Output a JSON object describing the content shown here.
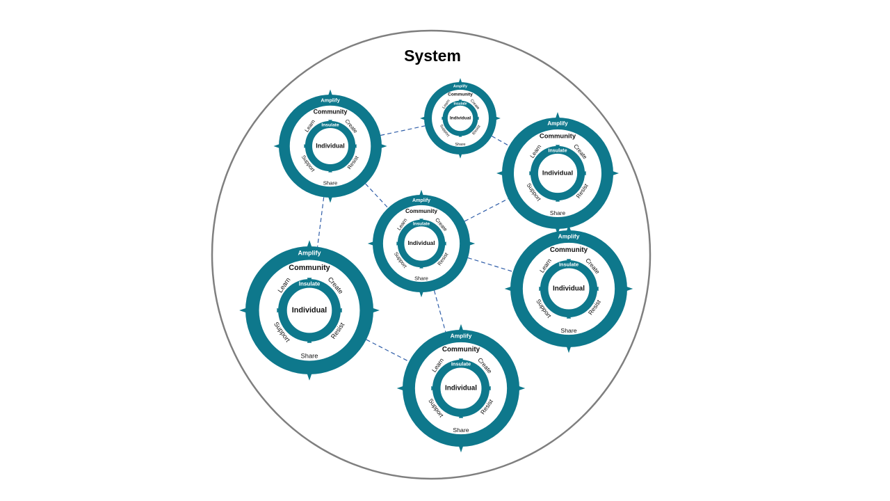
{
  "title": "System",
  "colors": {
    "ring": "#0e788c",
    "outline": "#7f7f7f",
    "link": "#2f5da8"
  },
  "node_labels": {
    "outer_ring": "Amplify",
    "outer_center": "Community",
    "inner_ring": "Insulate",
    "inner_center": "Individual",
    "left_top": "Learn",
    "right_top": "Create",
    "left_bottom": "Support",
    "right_bottom": "Resist",
    "bottom": "Share"
  },
  "nodes": [
    {
      "id": "community-1"
    },
    {
      "id": "community-2"
    },
    {
      "id": "community-3"
    },
    {
      "id": "community-4"
    },
    {
      "id": "community-5"
    },
    {
      "id": "community-6"
    },
    {
      "id": "community-7"
    }
  ],
  "links": [
    {
      "from": "community-1",
      "to": "community-2"
    },
    {
      "from": "community-2",
      "to": "community-3"
    },
    {
      "from": "community-1",
      "to": "community-5"
    },
    {
      "from": "community-1",
      "to": "community-4"
    },
    {
      "from": "community-4",
      "to": "community-3"
    },
    {
      "from": "community-4",
      "to": "community-6"
    },
    {
      "from": "community-4",
      "to": "community-7"
    },
    {
      "from": "community-5",
      "to": "community-7"
    }
  ]
}
